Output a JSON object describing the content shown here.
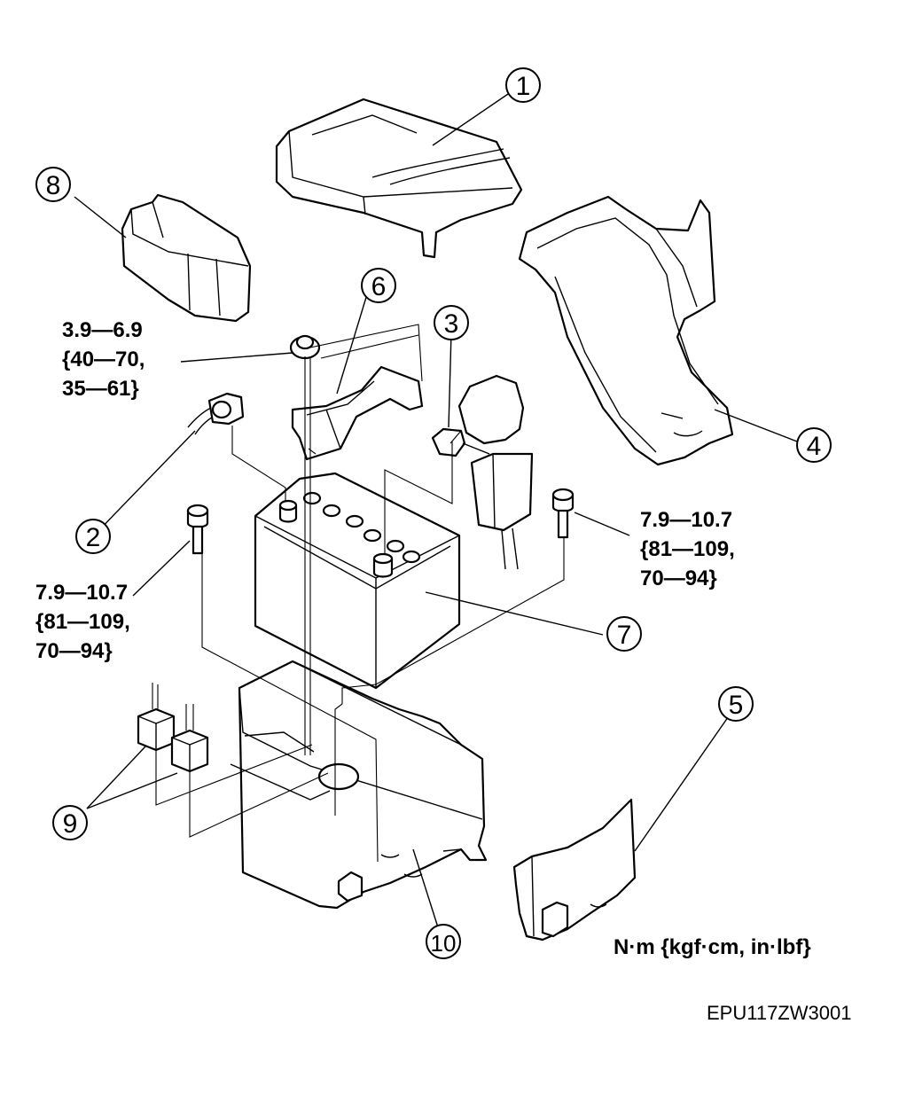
{
  "callouts": [
    {
      "id": "callout-1",
      "label": "1"
    },
    {
      "id": "callout-2",
      "label": "2"
    },
    {
      "id": "callout-3",
      "label": "3"
    },
    {
      "id": "callout-4",
      "label": "4"
    },
    {
      "id": "callout-5",
      "label": "5"
    },
    {
      "id": "callout-6",
      "label": "6"
    },
    {
      "id": "callout-7",
      "label": "7"
    },
    {
      "id": "callout-8",
      "label": "8"
    },
    {
      "id": "callout-9",
      "label": "9"
    },
    {
      "id": "callout-10",
      "label": "10"
    }
  ],
  "torque_specs": {
    "nut": {
      "line1": "3.9—6.9",
      "line2": "{40—70,",
      "line3": "35—61}"
    },
    "bolt_right": {
      "line1": "7.9—10.7",
      "line2": "{81—109,",
      "line3": "70—94}"
    },
    "bolt_left": {
      "line1": "7.9—10.7",
      "line2": "{81—109,",
      "line3": "70—94}"
    }
  },
  "units_legend": "N·m {kgf·cm,  in·lbf}",
  "figure_code": "EPU117ZW3001"
}
